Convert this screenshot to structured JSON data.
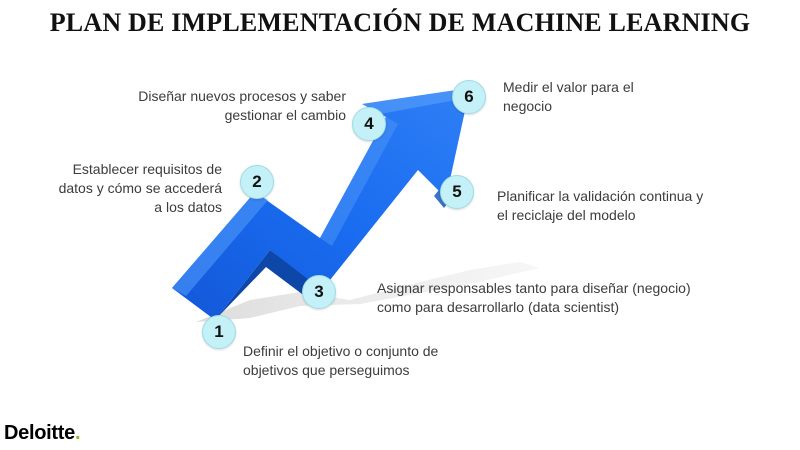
{
  "title": "PLAN DE IMPLEMENTACIÓN DE MACHINE LEARNING",
  "colors": {
    "arrow_main": "#1565e6",
    "arrow_light": "#3f8cf5",
    "arrow_dark": "#0d47a8",
    "number_circle": "#c4f0f7",
    "logo_dot": "#86bc25"
  },
  "steps": [
    {
      "number": "1",
      "lines": [
        "Definir el objetivo o conjunto de",
        "objetivos que perseguimos"
      ]
    },
    {
      "number": "2",
      "lines": [
        "Establecer requisitos de",
        "datos y cómo se accederá",
        "a los datos"
      ]
    },
    {
      "number": "3",
      "lines": [
        "Asignar responsables tanto para diseñar (negocio)",
        "como para desarrollarlo (data scientist)"
      ]
    },
    {
      "number": "4",
      "lines": [
        "Diseñar nuevos procesos y saber",
        "gestionar el cambio"
      ]
    },
    {
      "number": "5",
      "lines": [
        "Planificar la validación continua y",
        "el reciclaje del modelo"
      ]
    },
    {
      "number": "6",
      "lines": [
        "Medir el valor para el",
        "negocio"
      ]
    }
  ],
  "logo": {
    "text": "Deloitte",
    "dot": "."
  }
}
